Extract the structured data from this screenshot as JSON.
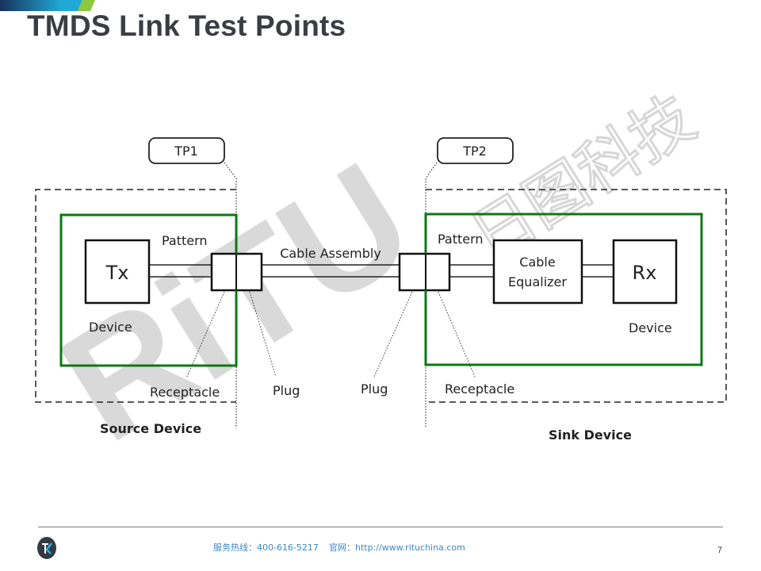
{
  "slide": {
    "title": "TMDS Link Test Points",
    "page_number": "7",
    "accent_colors": {
      "top_bar_dark": "#17325c",
      "top_bar_mid": "#20a9d4",
      "top_bar_green": "#8dc63f",
      "device_box": "#0a7a10",
      "footer_text": "#3f86c3"
    }
  },
  "diagram": {
    "test_points": [
      {
        "id": "tp1",
        "label": "TP1"
      },
      {
        "id": "tp2",
        "label": "TP2"
      }
    ],
    "source": {
      "group_label": "Source Device",
      "block_label": "Tx",
      "device_label": "Device",
      "pattern_label": "Pattern",
      "connector_label": "Receptacle"
    },
    "cable": {
      "label": "Cable Assembly",
      "plug_left_label": "Plug",
      "plug_right_label": "Plug"
    },
    "sink": {
      "group_label": "Sink Device",
      "equalizer_label_line1": "Cable",
      "equalizer_label_line2": "Equalizer",
      "block_label": "Rx",
      "device_label": "Device",
      "pattern_label": "Pattern",
      "connector_label": "Receptacle"
    },
    "watermark": {
      "latin": "RiTU",
      "cjk": "日图科技"
    }
  },
  "footer": {
    "hotline": "服务热线：400-616-5217",
    "website": "官网：http://www.rituchina.com",
    "logo_icon": "ritu-logo-icon"
  }
}
